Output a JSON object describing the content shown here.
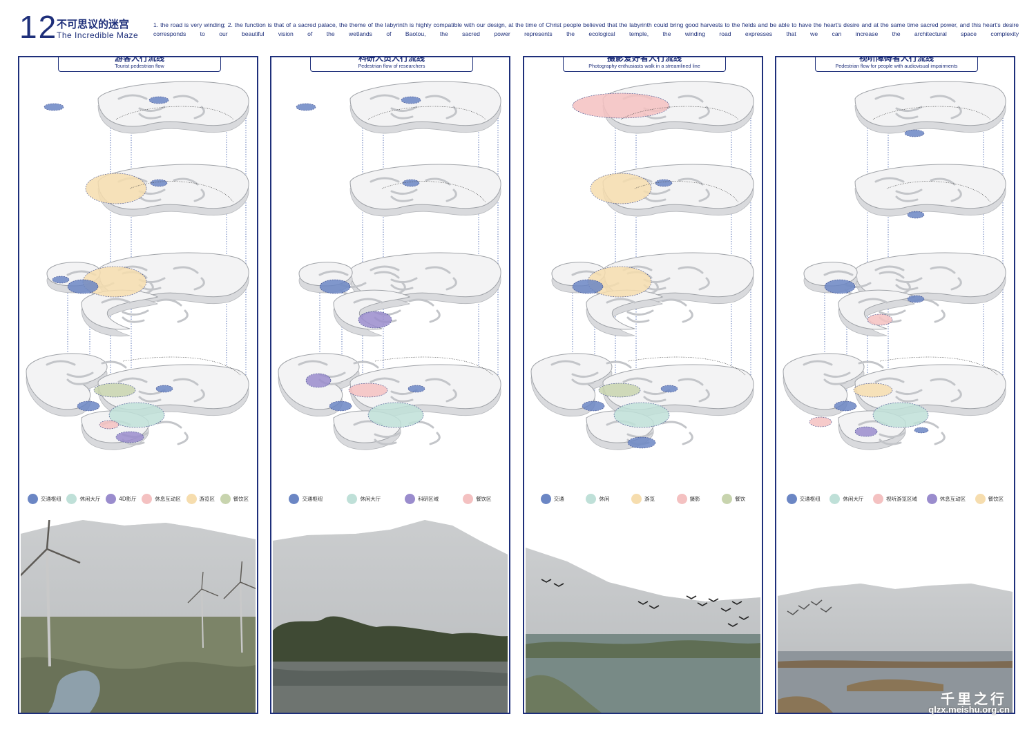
{
  "header": {
    "number": "12",
    "title_cn": "不可思议的迷宫",
    "title_en": "The Incredible Maze",
    "description": "1. the road is very winding; 2. the function is that of a sacred palace, the theme of the labyrinth is highly compatible with our design, at the time of Christ people believed that the labyrinth could bring good harvests to the fields and be able to have the heart's desire and at the same time sacred power, and this heart's desire corresponds to our beautiful vision of the wetlands of Baotou,  the sacred power represents the ecological temple, the winding road expresses that we can increase the architectural space complexity"
  },
  "colors": {
    "frame": "#1e2f7a",
    "blue": "#6b86c4",
    "teal": "#bfe0d8",
    "purple": "#9a8ccd",
    "pink": "#f4c1c1",
    "yellow": "#f6ddae",
    "olive": "#c8d4ae"
  },
  "panels": [
    {
      "title_cn": "游客人行流线",
      "title_en": "Tourist pedestrian flow",
      "legend": [
        {
          "label": "交通枢纽",
          "color": "#6b86c4"
        },
        {
          "label": "休闲大厅",
          "color": "#bfe0d8"
        },
        {
          "label": "4D影厅",
          "color": "#9a8ccd"
        },
        {
          "label": "休息互动区",
          "color": "#f4c1c1"
        },
        {
          "label": "游览区",
          "color": "#f6ddae"
        },
        {
          "label": "餐饮区",
          "color": "#c8d4ae"
        }
      ],
      "scene": "turbines"
    },
    {
      "title_cn": "科研人员人行流线",
      "title_en": "Pedestrian flow of researchers",
      "legend": [
        {
          "label": "交通枢纽",
          "color": "#6b86c4"
        },
        {
          "label": "休闲大厅",
          "color": "#bfe0d8"
        },
        {
          "label": "科研区域",
          "color": "#9a8ccd"
        },
        {
          "label": "餐饮区",
          "color": "#f4c1c1"
        }
      ],
      "scene": "forest"
    },
    {
      "title_cn": "摄影爱好者人行流线",
      "title_en": "Photography enthusiasts walk in a streamlined line",
      "legend": [
        {
          "label": "交通",
          "color": "#6b86c4"
        },
        {
          "label": "休闲",
          "color": "#bfe0d8"
        },
        {
          "label": "游览",
          "color": "#f6ddae"
        },
        {
          "label": "摄影",
          "color": "#f4c1c1"
        },
        {
          "label": "餐饮",
          "color": "#c8d4ae"
        }
      ],
      "scene": "birds"
    },
    {
      "title_cn": "视听障碍者人行流线",
      "title_en": "Pedestrian flow for people with audiovisual impairments",
      "legend": [
        {
          "label": "交通枢纽",
          "color": "#6b86c4"
        },
        {
          "label": "休闲大厅",
          "color": "#bfe0d8"
        },
        {
          "label": "视听游览区域",
          "color": "#f4c1c1"
        },
        {
          "label": "休息互动区",
          "color": "#9a8ccd"
        },
        {
          "label": "餐饮区",
          "color": "#f6ddae"
        }
      ],
      "scene": "cranes"
    }
  ],
  "watermark": {
    "brand": "千里之行",
    "url": "qlzx.meishu.org.cn"
  }
}
